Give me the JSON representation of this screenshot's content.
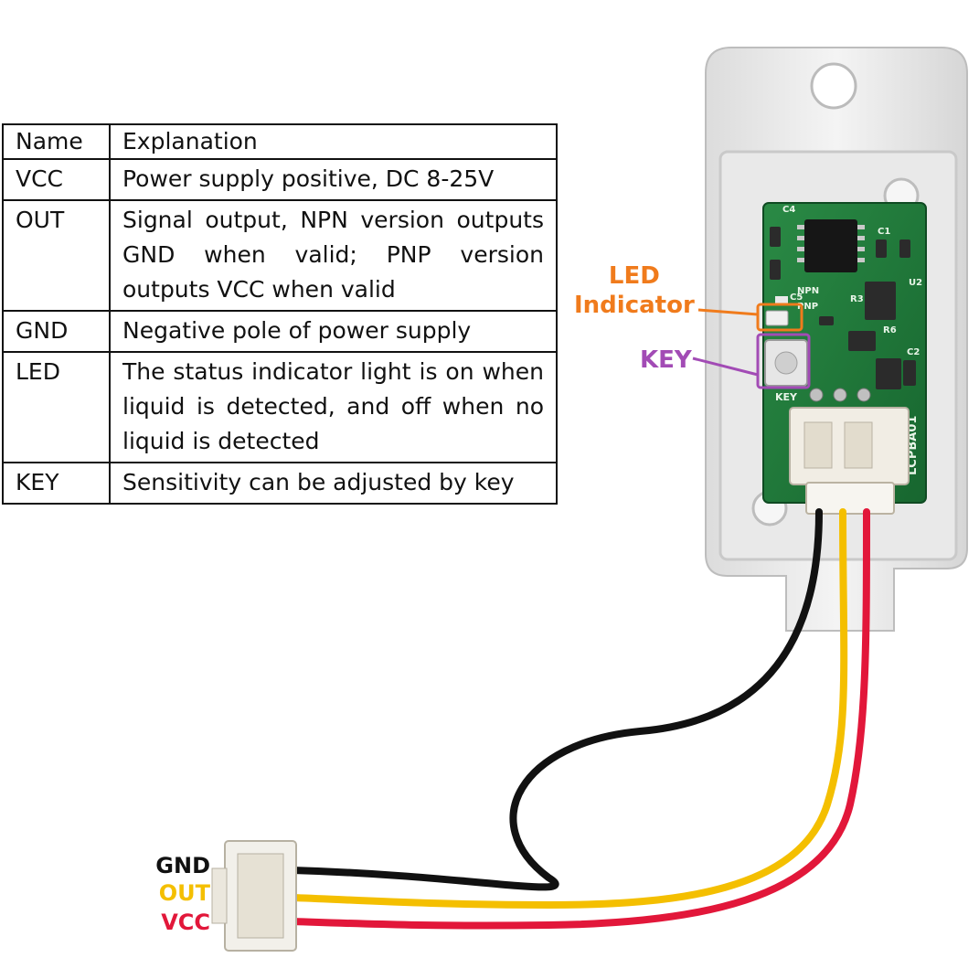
{
  "table": {
    "headers": [
      "Name",
      "Explanation"
    ],
    "rows": [
      {
        "name": "VCC",
        "desc": "Power supply positive, DC 8-25V"
      },
      {
        "name": "OUT",
        "desc": "Signal output, NPN version outputs GND when valid; PNP version outputs VCC when valid"
      },
      {
        "name": "GND",
        "desc": "Negative pole of power supply"
      },
      {
        "name": "LED",
        "desc": "The status indicator light is on when liquid is detected, and off when no liquid is detected"
      },
      {
        "name": "KEY",
        "desc": "Sensitivity can be adjusted by key"
      }
    ]
  },
  "callouts": {
    "led_line1": "LED",
    "led_line2": "Indicator",
    "key": "KEY"
  },
  "wire_labels": {
    "gnd": "GND",
    "out": "OUT",
    "vcc": "VCC"
  },
  "pcb": {
    "marking": "LCPBA01",
    "silk_npn": "NPN",
    "silk_pnp": "PNP",
    "silk_key": "KEY",
    "silk_c1": "C1",
    "silk_c2": "C2",
    "silk_c4": "C4",
    "silk_c5": "C5",
    "silk_r3": "R3",
    "silk_r6": "R6",
    "silk_u2": "U2"
  },
  "colors": {
    "led_accent": "#f07b1c",
    "key_accent": "#a24bb5",
    "wire_gnd": "#111111",
    "wire_out": "#f4bf00",
    "wire_vcc": "#e2173a",
    "pcb_green": "#1f7a3a"
  }
}
